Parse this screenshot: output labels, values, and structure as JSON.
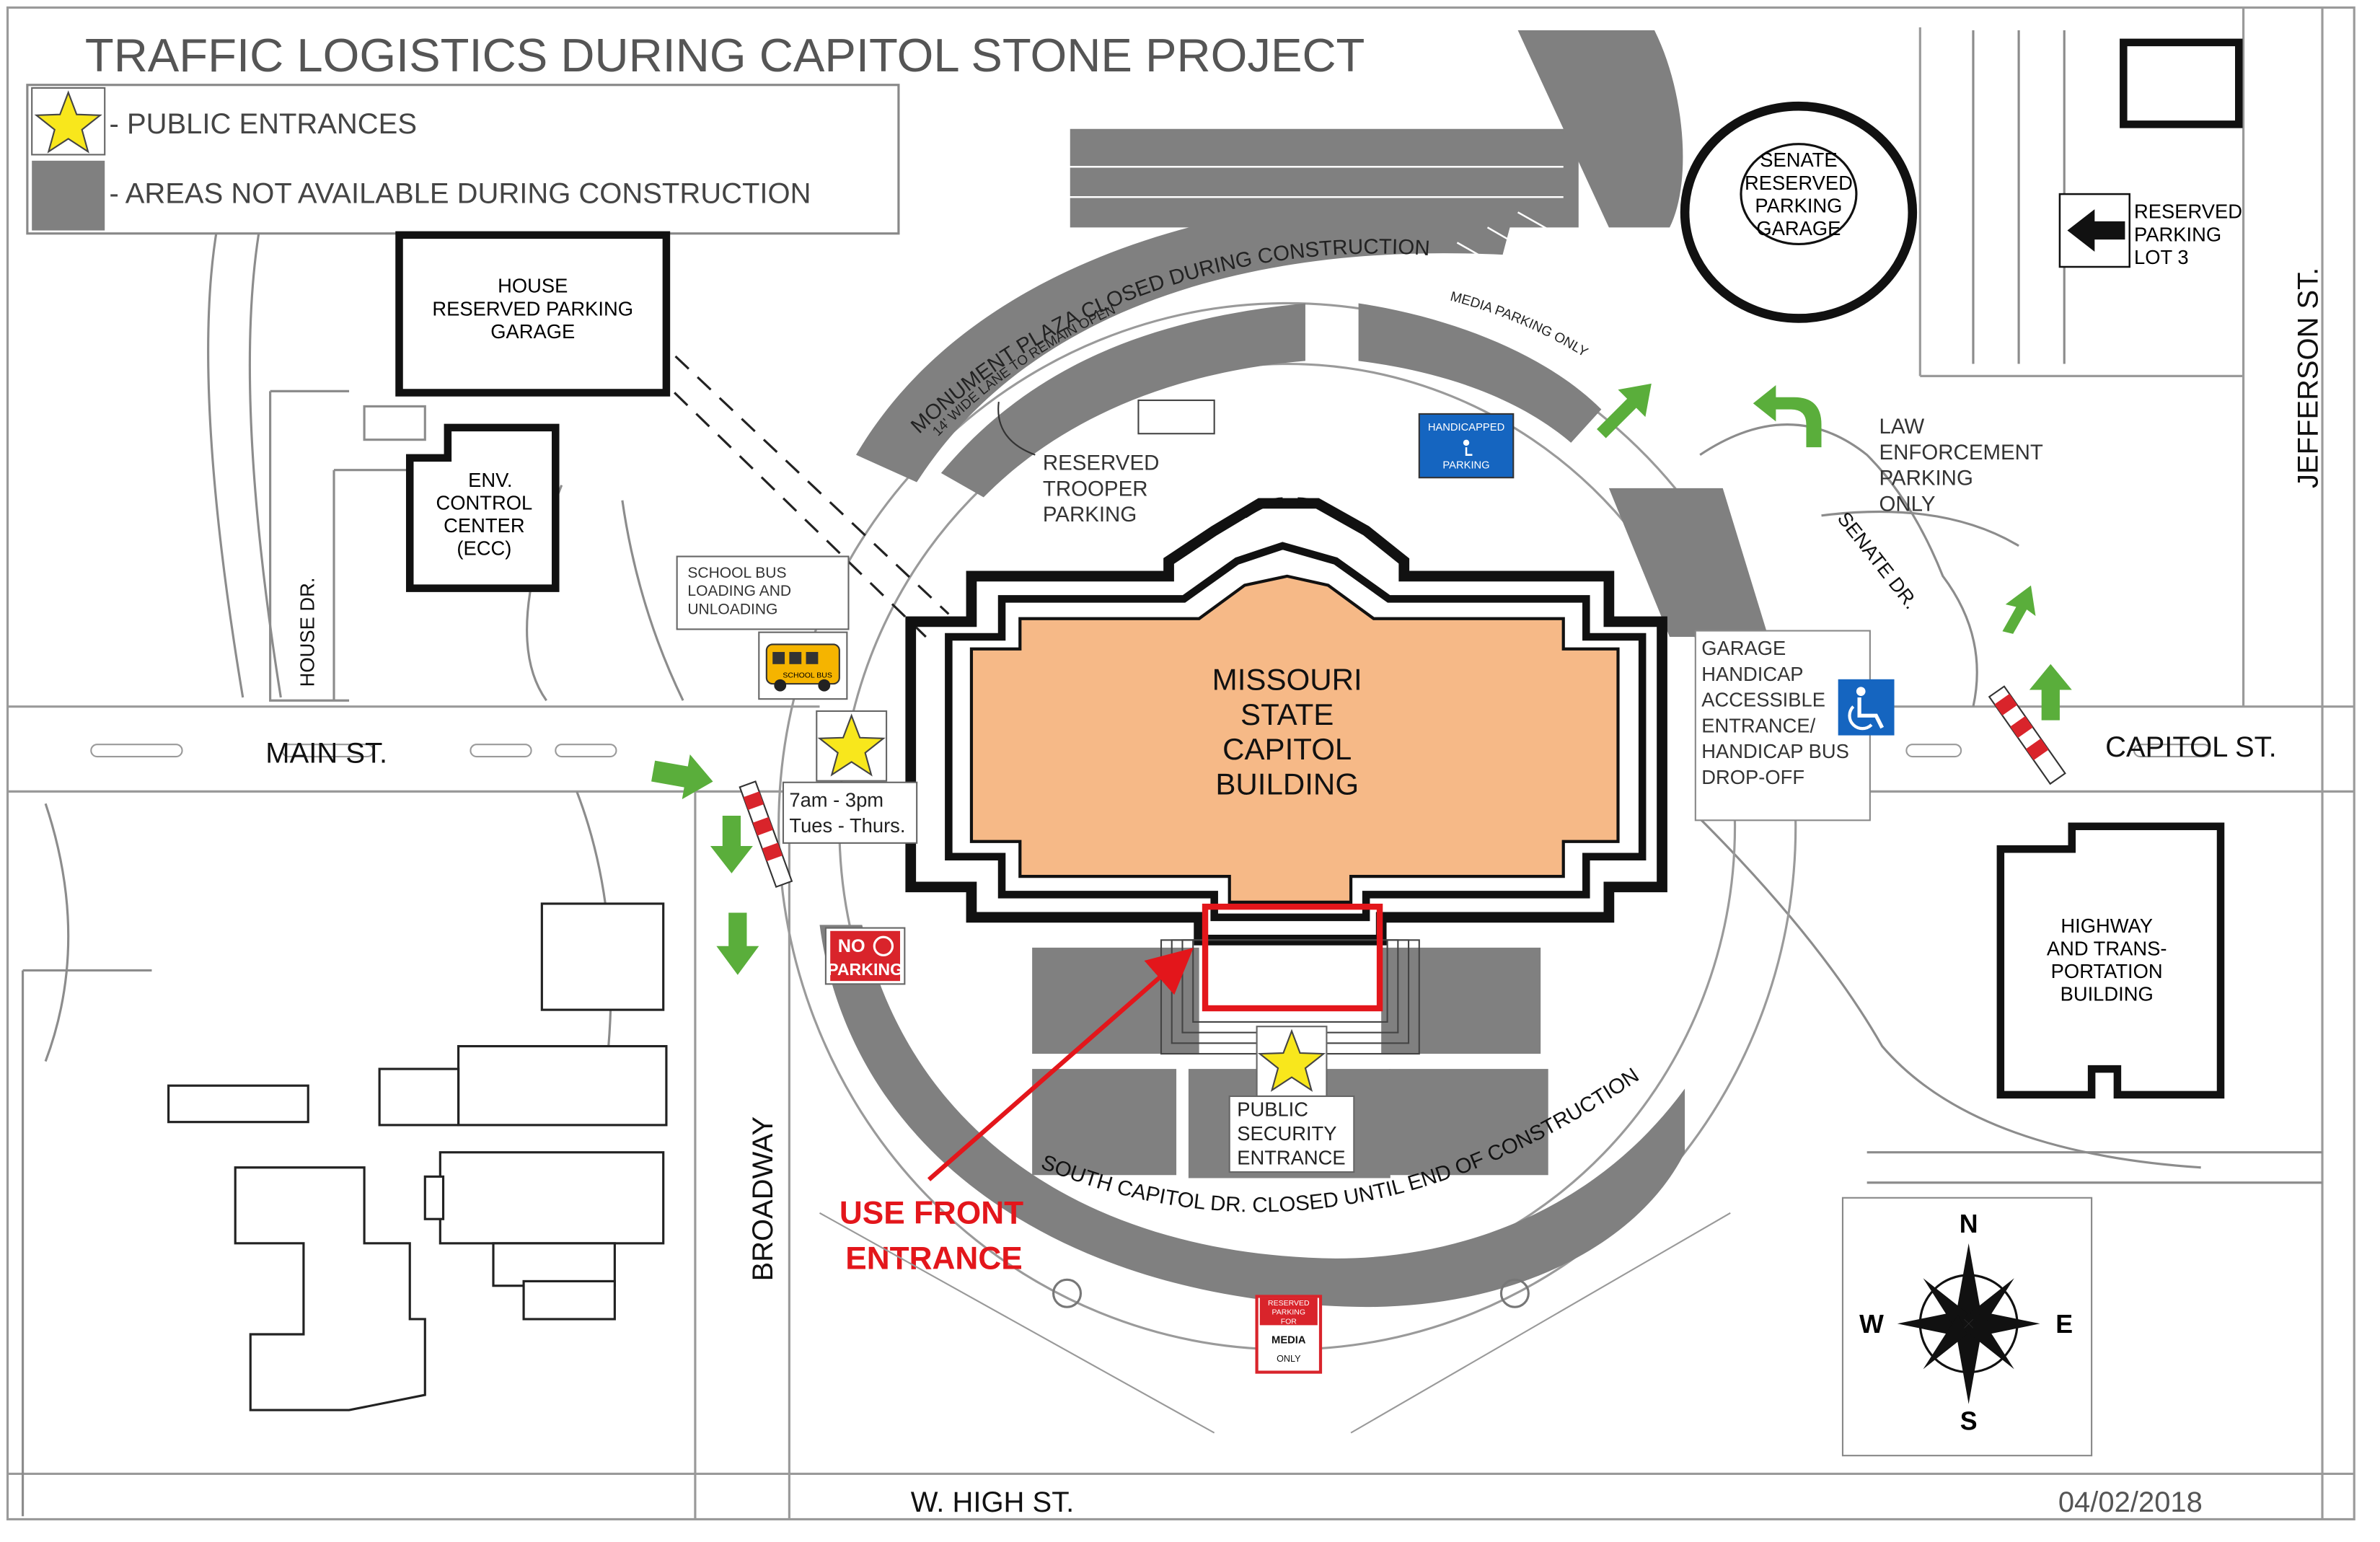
{
  "title": "TRAFFIC LOGISTICS DURING CAPITOL STONE PROJECT",
  "legend": {
    "public_entrances": "- PUBLIC ENTRANCES",
    "not_available": "- AREAS NOT AVAILABLE DURING CONSTRUCTION"
  },
  "buildings": {
    "capitol": [
      "MISSOURI",
      "STATE",
      "CAPITOL",
      "BUILDING"
    ],
    "house_garage": [
      "HOUSE",
      "RESERVED PARKING",
      "GARAGE"
    ],
    "ecc": [
      "ENV.",
      "CONTROL",
      "CENTER",
      "(ECC)"
    ],
    "senate_garage": [
      "SENATE",
      "RESERVED",
      "PARKING",
      "GARAGE"
    ],
    "highway": [
      "HIGHWAY",
      "AND TRANS-",
      "PORTATION",
      "BUILDING"
    ]
  },
  "streets": {
    "main": "MAIN ST.",
    "capitol": "CAPITOL ST.",
    "jefferson": "JEFFERSON ST.",
    "broadway": "BROADWAY",
    "high": "W. HIGH ST.",
    "house_dr": "HOUSE DR.",
    "senate_dr": "SENATE DR."
  },
  "labels": {
    "monument_plaza": "MONUMENT PLAZA CLOSED DURING CONSTRUCTION",
    "lane_open": "14' WIDE LANE TO REMAIN OPEN",
    "media_parking": "MEDIA PARKING ONLY",
    "south_capitol": "SOUTH CAPITOL DR. CLOSED UNTIL END OF CONSTRUCTION",
    "reserved_trooper": [
      "RESERVED",
      "TROOPER",
      "PARKING"
    ],
    "law_enforcement": [
      "LAW",
      "ENFORCEMENT",
      "PARKING",
      "ONLY"
    ],
    "reserved_lot3": [
      "RESERVED",
      "PARKING",
      "LOT 3"
    ],
    "school_bus": [
      "SCHOOL BUS",
      "LOADING AND",
      "UNLOADING"
    ],
    "garage_handicap": [
      "GARAGE",
      "HANDICAP",
      "ACCESSIBLE",
      "ENTRANCE/",
      "HANDICAP BUS",
      "DROP-OFF"
    ],
    "hours": [
      "7am - 3pm",
      "Tues - Thurs."
    ],
    "public_security": [
      "PUBLIC",
      "SECURITY",
      "ENTRANCE"
    ],
    "use_front": [
      "USE FRONT",
      "ENTRANCE"
    ],
    "handicapped_sign": [
      "HANDICAPPED",
      "PARKING"
    ],
    "no_parking": [
      "NO",
      "PARKING"
    ],
    "media_sign": [
      "RESERVED",
      "PARKING",
      "FOR",
      "MEDIA",
      "ONLY"
    ],
    "school_bus_sign": "SCHOOL BUS",
    "date": "04/02/2018"
  },
  "compass": {
    "n": "N",
    "s": "S",
    "e": "E",
    "w": "W"
  },
  "colors": {
    "capitol_fill": "#f6b987",
    "closed_gray": "#808080",
    "arrow_green": "#5aae3b",
    "callout_red": "#e3161b",
    "star_yellow": "#f8e71c",
    "handicap_blue": "#1565c0"
  }
}
